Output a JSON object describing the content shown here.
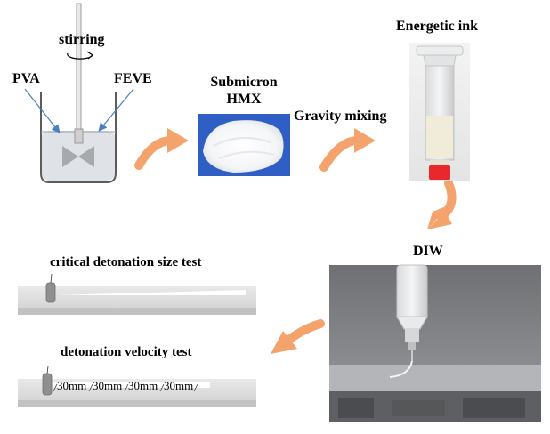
{
  "labels": {
    "stirring": "stirring",
    "pva": "PVA",
    "feve": "FEVE",
    "submicron_line1": "Submicron",
    "submicron_line2": "HMX",
    "gravity_mixing": "Gravity mixing",
    "energetic_ink": "Energetic ink",
    "diw": "DIW",
    "critical_test": "critical detonation size test",
    "velocity_test": "detonation velocity test"
  },
  "segments": [
    "30mm",
    "30mm",
    "30mm",
    "30mm"
  ],
  "colors": {
    "arrow": "#f4a36c",
    "pointer": "#4a7fc1",
    "liquid": "#dfe2e6",
    "bar": "#d6d6d6",
    "printer": "#7e8083"
  }
}
